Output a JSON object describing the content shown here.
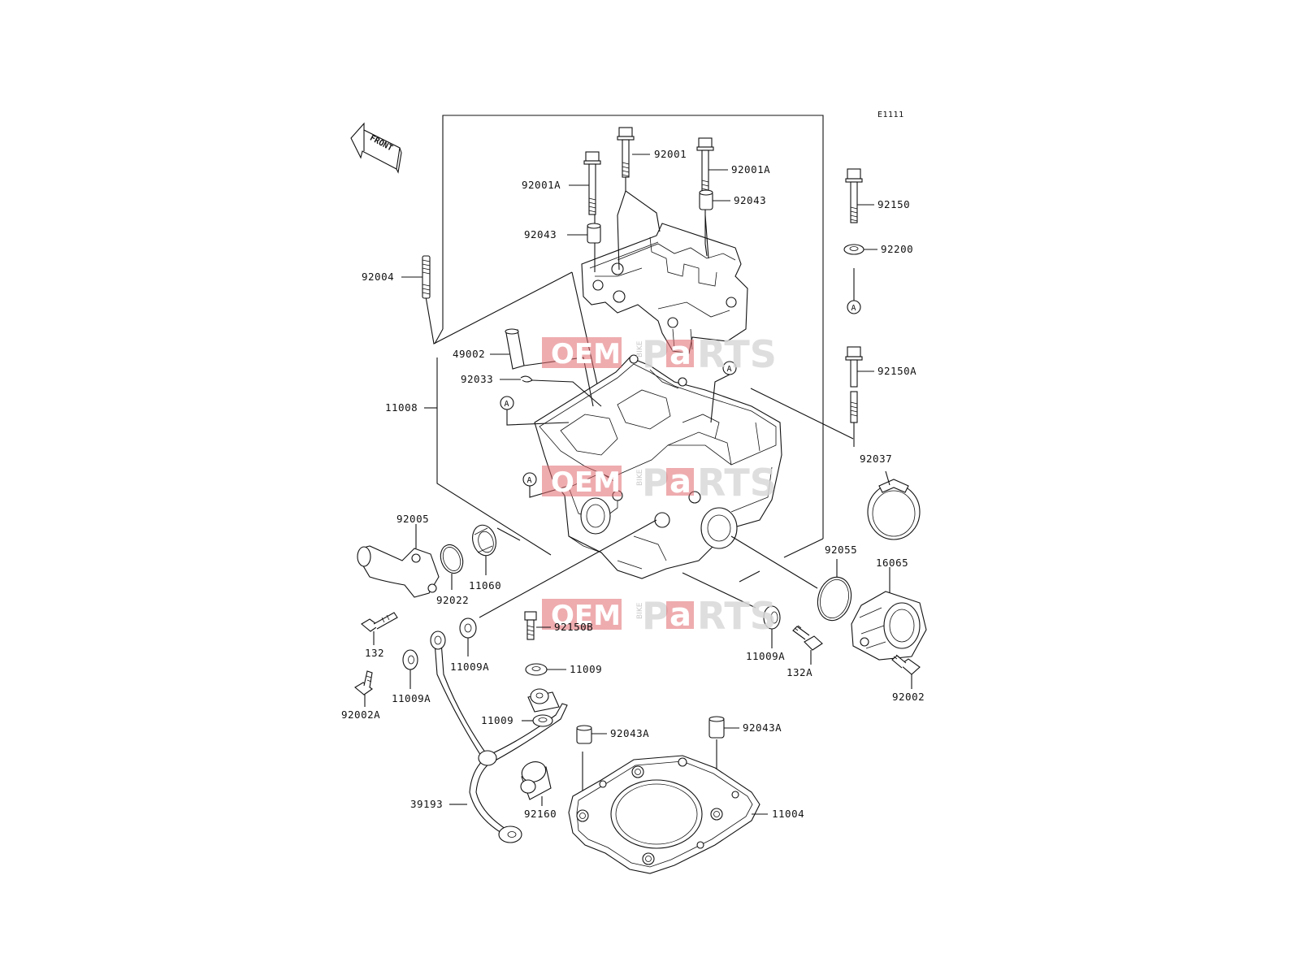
{
  "diagram": {
    "code": "E1111",
    "front_label": "FRONT",
    "ref_marker": "A",
    "watermark": {
      "oem": "OEM",
      "bike": "BIKE",
      "parts_pre": "P",
      "parts_a": "a",
      "parts_post": "RTS"
    },
    "labels": {
      "p92001": "92001",
      "p92001A_left": "92001A",
      "p92001A_right": "92001A",
      "p92043_left": "92043",
      "p92043_right": "92043",
      "p92004": "92004",
      "p49002": "49002",
      "p92033": "92033",
      "p11008": "11008",
      "p92150": "92150",
      "p92200": "92200",
      "p92150A": "92150A",
      "p92037": "92037",
      "p92055": "92055",
      "p16065": "16065",
      "p92005": "92005",
      "p92022": "92022",
      "p11060": "11060",
      "p132": "132",
      "p92150B": "92150B",
      "p11009A_mid": "11009A",
      "p11009": "11009",
      "p11009A_right": "11009A",
      "p132A": "132A",
      "p92002": "92002",
      "p92002A": "92002A",
      "p11009A_left": "11009A",
      "p11009_lower": "11009",
      "p92043A_left": "92043A",
      "p92043A_right": "92043A",
      "p39193": "39193",
      "p92160": "92160",
      "p11004": "11004"
    }
  }
}
